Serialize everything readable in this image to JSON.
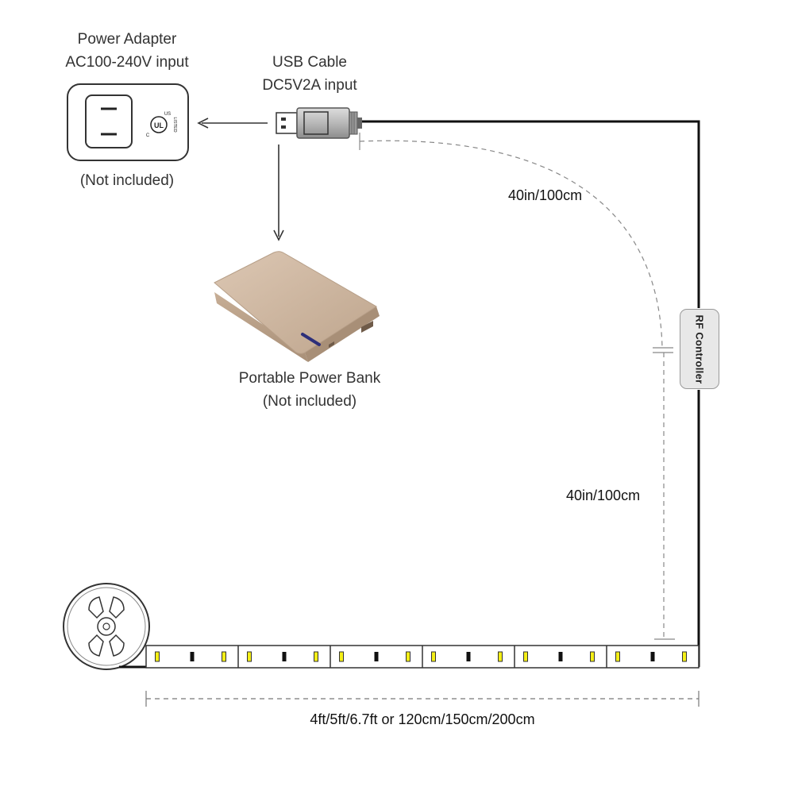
{
  "labels": {
    "power_adapter": [
      "Power Adapter",
      "AC100-240V input"
    ],
    "adapter_note": "(Not included)",
    "usb_cable": [
      "USB Cable",
      "DC5V2A input"
    ],
    "power_bank": [
      "Portable Power Bank",
      "(Not included)"
    ],
    "rf_controller": "RF Controller",
    "dim_upper": "40in/100cm",
    "dim_lower": "40in/100cm",
    "strip_length": "4ft/5ft/6.7ft or 120cm/150cm/200cm"
  },
  "adapter_mark": {
    "c": "C",
    "ul": "UL",
    "us": "US",
    "listed": "LISTED"
  },
  "colors": {
    "wire": "#111111",
    "led": "#f4ef16",
    "power_bank": "#c8ae96",
    "power_bank_port": "#2d2f7a",
    "dashed": "#888888"
  },
  "strip": {
    "segments": 6
  }
}
